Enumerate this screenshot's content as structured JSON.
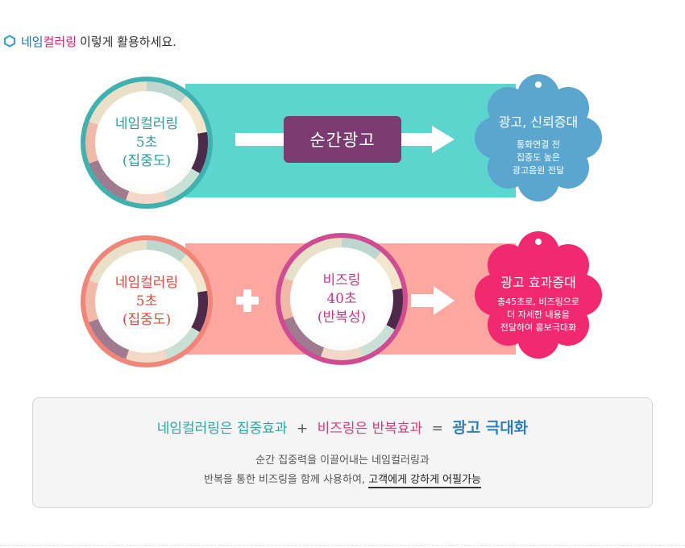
{
  "heading": {
    "brand_part1": "네임",
    "brand_part2": "컬러링",
    "rest": "이렇게 활용하세요.",
    "icon": "hexagon-icon"
  },
  "row1": {
    "circle": {
      "line1": "네임컬러링",
      "line2": "5초",
      "line3": "(집중도)"
    },
    "badge": "순간광고",
    "tag": {
      "title": "광고, 신뢰증대",
      "body": [
        "통화연결 전",
        "집중도 높은",
        "광고음원 전달"
      ]
    }
  },
  "row2": {
    "circle_a": {
      "line1": "네임컬러링",
      "line2": "5초",
      "line3": "(집중도)"
    },
    "circle_b": {
      "line1": "비즈링",
      "line2": "40초",
      "line3": "(반복성)"
    },
    "tag": {
      "title": "광고 효과증대",
      "body": [
        "총45초로, 비즈링으로",
        "더 자세한 내용을",
        "전달하여 홍보극대화"
      ]
    }
  },
  "summary": {
    "part1": "네임컬러링은 집중효과",
    "plus": "+",
    "part2": "비즈링은 반복효과",
    "equals": "=",
    "result": "광고 극대화",
    "desc_line1": "순간 집중력을 이끌어내는 네임컬러링과",
    "desc_line2_prefix": "반복을 통한 비즈링을 함께 사용하여,",
    "desc_line2_emph": "고객에게 강하게 어필가능"
  },
  "colors": {
    "teal_band": "#5dd5cf",
    "salmon_band": "#fda7a0",
    "badge": "#7a3b73",
    "tag_blue": "#5aa6cf",
    "tag_pink": "#f2296e"
  }
}
